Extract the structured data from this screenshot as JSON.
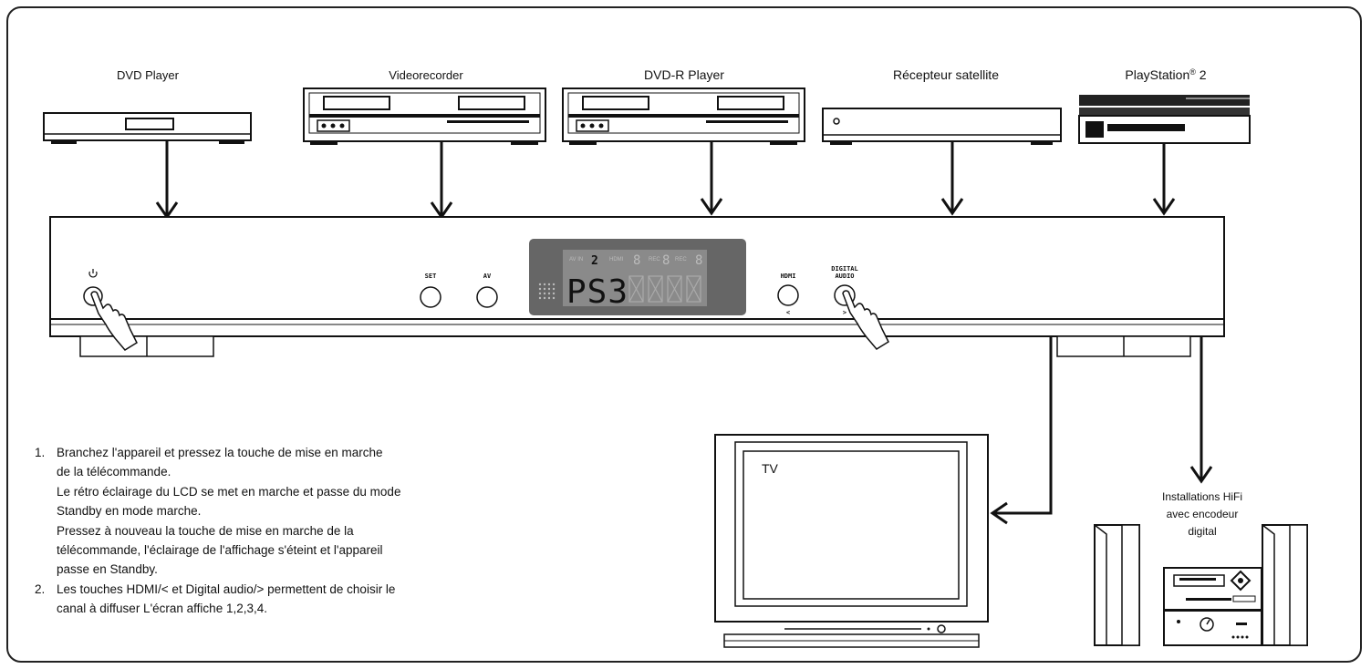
{
  "sources": {
    "dvd_player": "DVD Player",
    "videorecorder": "Videorecorder",
    "dvdr_player": "DVD-R Player",
    "satellite": "Récepteur satellite",
    "ps2_name": "PlayStation",
    "ps2_reg": "®",
    "ps2_num": " 2"
  },
  "device": {
    "power_icon": "power-icon",
    "set_label": "SET",
    "av_label": "AV",
    "hdmi_label": "HDMI",
    "hdmi_arrow": "<",
    "digital_label_1": "DIGITAL",
    "digital_label_2": "AUDIO",
    "digital_arrow": ">",
    "lcd_top_digit": "2",
    "lcd_text": "PS3",
    "lcd_seg_1": "AV IN",
    "lcd_seg_2": "HDMI",
    "lcd_seg_3": "REC",
    "lcd_seg_4": "REC"
  },
  "outputs": {
    "tv_label": "TV",
    "hifi_line1": "Installations HiFi",
    "hifi_line2": "avec encodeur",
    "hifi_line3": "digital"
  },
  "instructions": {
    "step1_num": "1.",
    "step1_l1": "Branchez l'appareil et pressez la touche de mise en marche",
    "step1_l2": "de la télécommande.",
    "step1_l3": "Le rétro éclairage du LCD se met en marche et passe du mode",
    "step1_l4": "Standby en mode marche.",
    "step1_l5": "Pressez à nouveau la touche de mise en marche de la",
    "step1_l6": "télécommande, l'éclairage de l'affichage s'éteint et l'appareil",
    "step1_l7": "passe en Standby.",
    "step2_num": "2.",
    "step2_l1": "Les touches HDMI/< et Digital audio/> permettent de choisir le",
    "step2_l2": "canal à diffuser L'écran affiche 1,2,3,4."
  }
}
